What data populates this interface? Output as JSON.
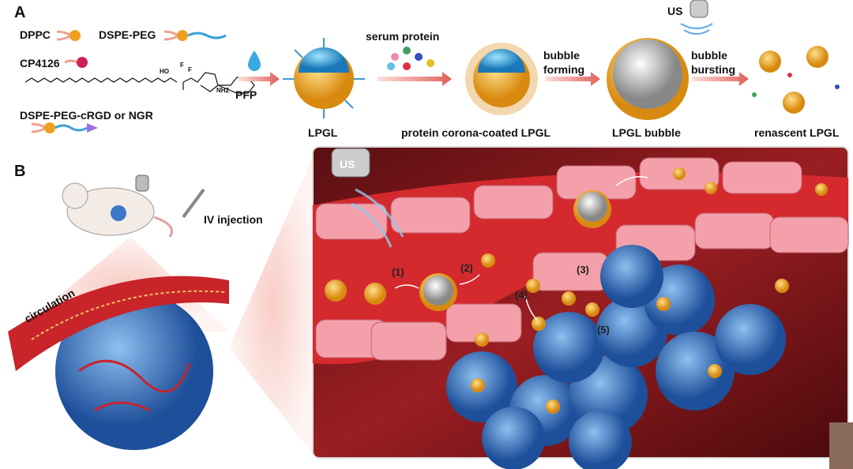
{
  "panel_a": {
    "label": "A",
    "components": {
      "dppc": "DPPC",
      "dspe_peg": "DSPE-PEG",
      "cp4126": "CP4126",
      "dspe_peg_targeted": "DSPE-PEG-cRGD or NGR",
      "chem_ho": "HO",
      "chem_f1": "F",
      "chem_f2": "F",
      "chem_nh2": "NH2"
    },
    "steps": {
      "pfp": "PFP",
      "serum_protein": "serum protein",
      "bubble_forming_1": "bubble",
      "bubble_forming_2": "forming",
      "us": "US",
      "bubble_bursting_1": "bubble",
      "bubble_bursting_2": "bursting"
    },
    "products": {
      "lpgl": "LPGL",
      "corona": "protein corona-coated LPGL",
      "bubble": "LPGL bubble",
      "renascent": "renascent  LPGL"
    }
  },
  "panel_b": {
    "label": "B",
    "iv_injection": "IV injection",
    "circulation": "circulation",
    "us": "US",
    "steps": [
      "(1)",
      "(2)",
      "(3)",
      "(4)",
      "(5)"
    ]
  },
  "colors": {
    "blood": "#c8242a",
    "endothelium": "#f2a0a8",
    "tumor": "#3a78c8",
    "lipid": "#f0a820",
    "core": "#3aa8d8"
  }
}
